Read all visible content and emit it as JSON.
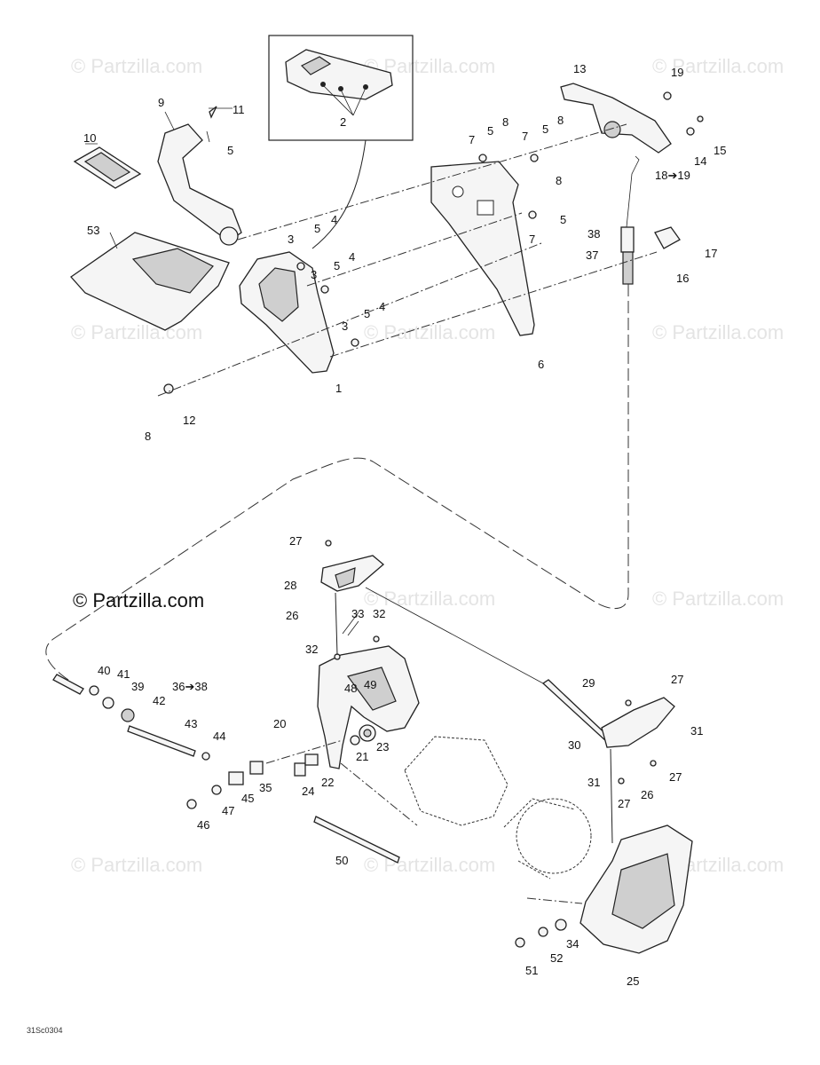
{
  "watermark": "© Partzilla.com",
  "brand": "© Partzilla.com",
  "drawing_code": "31Sc0304",
  "labels": {
    "l1": "1",
    "l2": "2",
    "l3a": "3",
    "l3b": "3",
    "l3c": "3",
    "l4a": "4",
    "l4b": "4",
    "l4c": "4",
    "l5a": "5",
    "l5b": "5",
    "l5c": "5",
    "l5d": "5",
    "l5e": "5",
    "l5f": "5",
    "l5g": "5",
    "l6": "6",
    "l7a": "7",
    "l7b": "7",
    "l7c": "7",
    "l8a": "8",
    "l8b": "8",
    "l8c": "8",
    "l8d": "8",
    "l9": "9",
    "l10": "10",
    "l11": "11",
    "l12": "12",
    "l13": "13",
    "l14": "14",
    "l15": "15",
    "l16": "16",
    "l17": "17",
    "l18": "18➔19",
    "l19": "19",
    "l20": "20",
    "l21": "21",
    "l22": "22",
    "l23": "23",
    "l24": "24",
    "l25": "25",
    "l26a": "26",
    "l26b": "26",
    "l27a": "27",
    "l27b": "27",
    "l27c": "27",
    "l27d": "27",
    "l28": "28",
    "l29": "29",
    "l30": "30",
    "l31a": "31",
    "l31b": "31",
    "l32a": "32",
    "l32b": "32",
    "l33": "33",
    "l34": "34",
    "l35": "35",
    "l36": "36➔38",
    "l37": "37",
    "l38": "38",
    "l39": "39",
    "l40": "40",
    "l41": "41",
    "l42": "42",
    "l43": "43",
    "l44": "44",
    "l45": "45",
    "l46": "46",
    "l47": "47",
    "l48": "48",
    "l49": "49",
    "l50": "50",
    "l51": "51",
    "l52": "52",
    "l53": "53"
  }
}
